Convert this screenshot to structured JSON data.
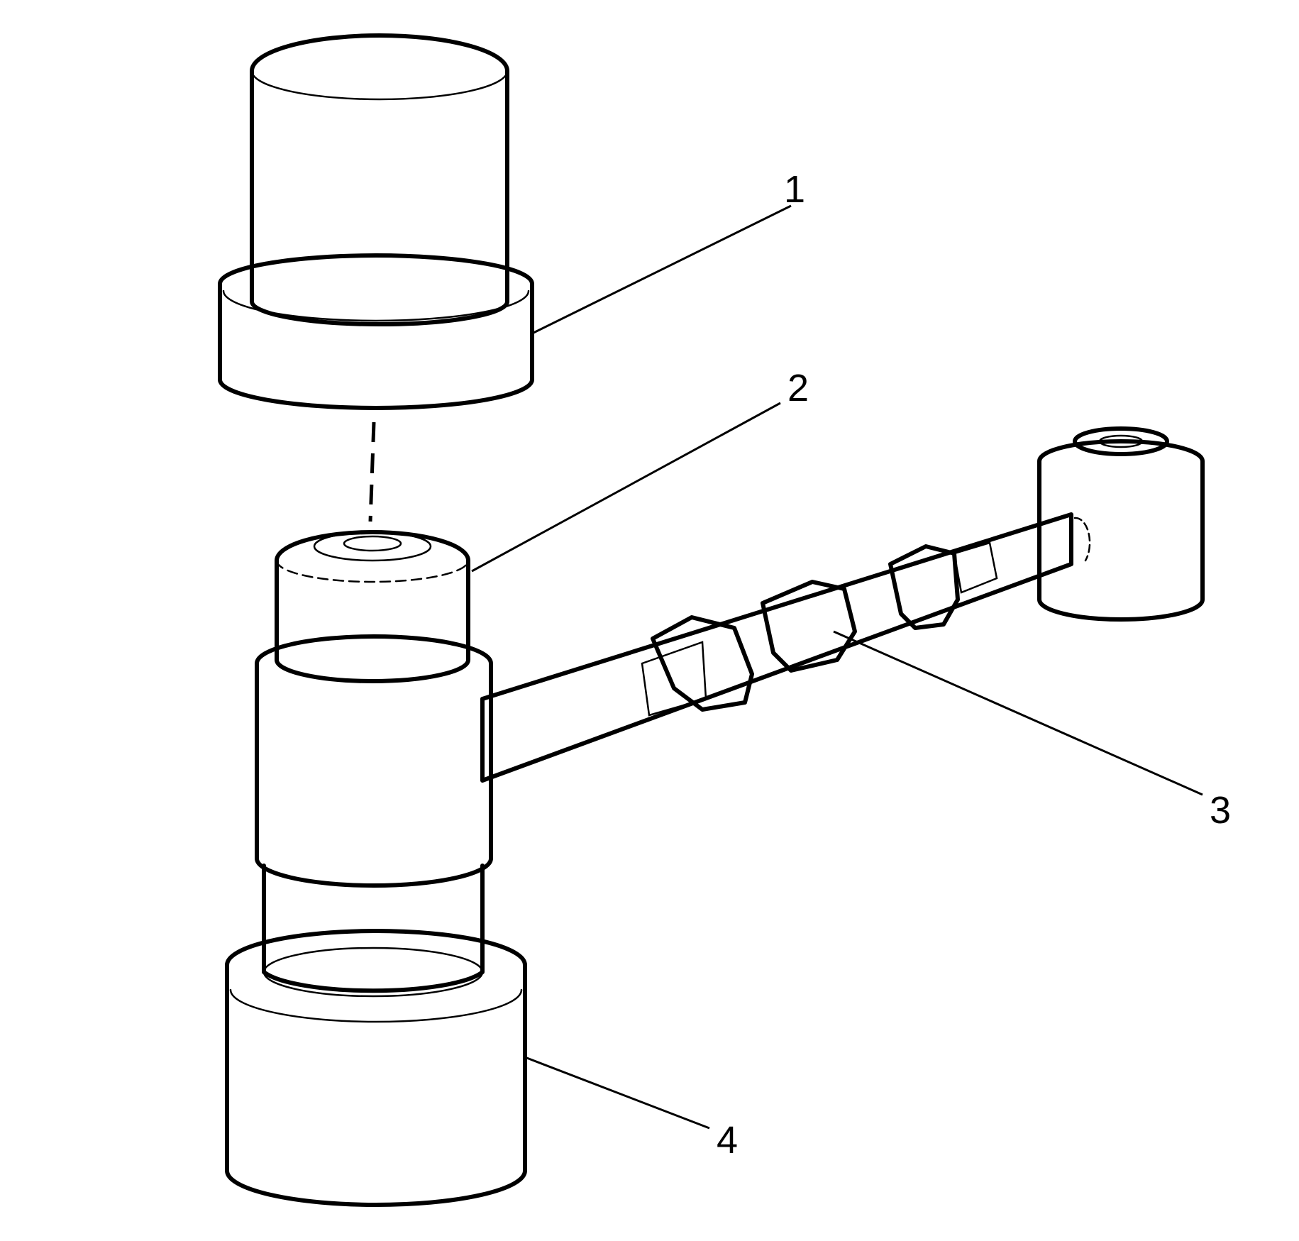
{
  "colors": {
    "line": "#000000",
    "background": "#ffffff",
    "stipple": "#000000"
  },
  "callouts": [
    {
      "id": "1",
      "label": "1"
    },
    {
      "id": "2",
      "label": "2"
    },
    {
      "id": "3",
      "label": "3"
    },
    {
      "id": "4",
      "label": "4"
    }
  ]
}
